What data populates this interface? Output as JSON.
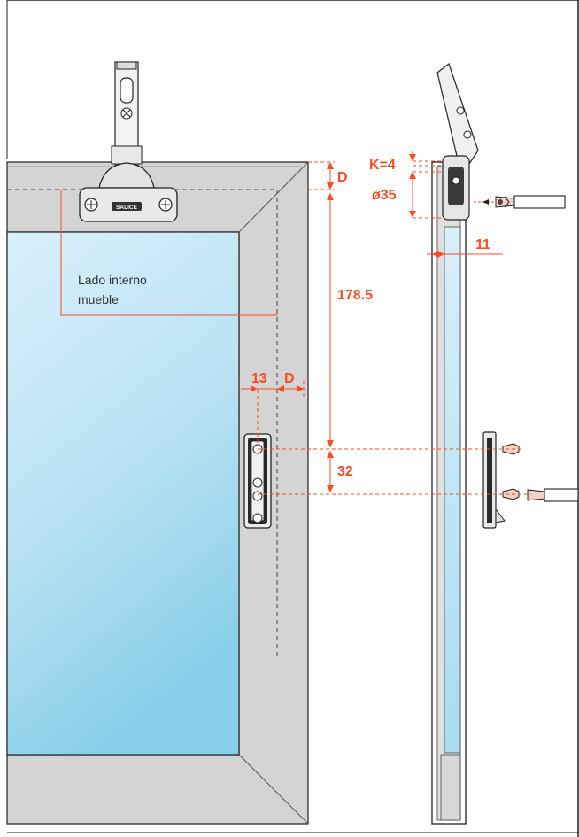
{
  "colors": {
    "frame": "#d4d4d4",
    "frame_stroke": "#222222",
    "glass_top": "#d6eef8",
    "glass_bottom": "#8fd0ea",
    "dimension": "#ff4a1c",
    "line": "#222222"
  },
  "labels": {
    "interior_note_line1": "Lado interno",
    "interior_note_line2": "mueble"
  },
  "dimensions": {
    "d_top": "D",
    "d_side": "D",
    "k": "K=4",
    "cup_diameter": "ø35",
    "profile_width": "11",
    "hinge_to_plate": "178.5",
    "plate_hole_spacing": "32",
    "plate_offset": "13"
  },
  "hinge_logo": "SALICE"
}
